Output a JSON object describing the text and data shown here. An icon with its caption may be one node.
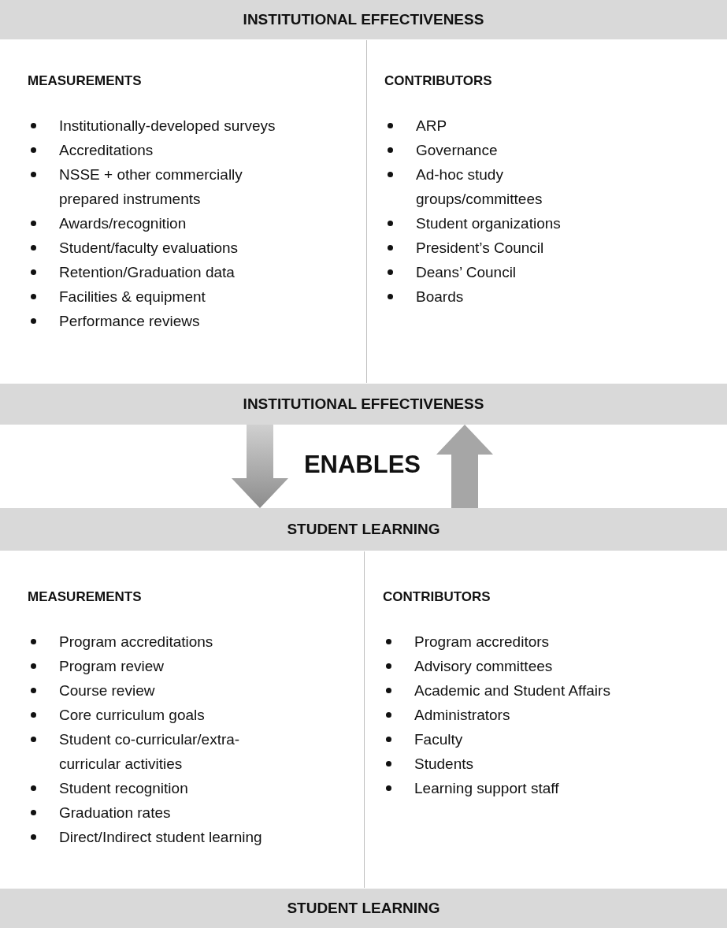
{
  "diagram": {
    "nodes": [
      {
        "text": [
          "INSTITUTIONAL EFFECTIVENESS"
        ]
      },
      {
        "text": [
          "INSTITUTIONAL EFFECTIVENESS"
        ]
      },
      {
        "text": [
          "STUDENT LEARNING"
        ]
      },
      {
        "text": [
          "STUDENT LEARNING"
        ]
      }
    ],
    "edges": [
      {
        "from": 1,
        "to": 2,
        "arrow": "to",
        "label": "ENABLES",
        "style": "thick"
      },
      {
        "from": 2,
        "to": 1,
        "arrow": "to",
        "style": "thick"
      }
    ],
    "labels": [
      "MEASUREMENTS",
      "Institutionally-developed surveys",
      "Accreditations",
      "NSSE + other commercially prepared instruments",
      "Awards/recognition",
      "Student/faculty evaluations",
      "Retention/Graduation data",
      "Facilities & equipment",
      "Performance reviews",
      "CONTRIBUTORS",
      "ARP",
      "Governance",
      "Ad-hoc study groups/committees",
      "Student organizations",
      "President’s Council",
      "Deans’ Council",
      "Boards",
      "MEASUREMENTS",
      "Program accreditations",
      "Program review",
      "Course review",
      "Core curriculum goals",
      "Student co-curricular/extra-curricular activities",
      "Student recognition",
      "Graduation rates",
      "Direct/Indirect student learning",
      "CONTRIBUTORS",
      "Program accreditors",
      "Advisory committees",
      "Academic and Student Affairs",
      "Administrators",
      "Faculty",
      "Students",
      "Learning support staff"
    ]
  }
}
